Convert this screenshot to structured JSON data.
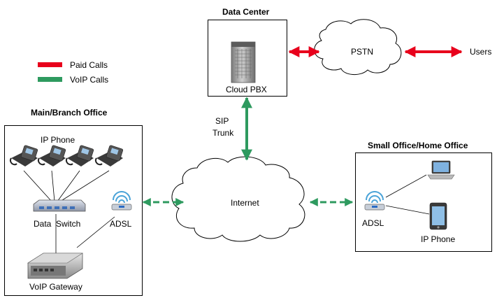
{
  "legend": {
    "paid_label": "Paid Calls",
    "voip_label": "VoIP Calls",
    "paid_color": "#e8001c",
    "voip_color": "#2e9a5f"
  },
  "data_center": {
    "title": "Data Center",
    "server_label": "Cloud PBX"
  },
  "pstn_label": "PSTN",
  "users_label": "Users",
  "sip_trunk": {
    "line1": "SIP",
    "line2": "Trunk"
  },
  "internet_label": "Internet",
  "main_office": {
    "title": "Main/Branch Office",
    "ip_phone_label": "IP Phone",
    "switch_label": "Data  Switch",
    "adsl_label": "ADSL",
    "gateway_label": "VoIP Gateway"
  },
  "small_office": {
    "title": "Small Office/Home Office",
    "adsl_label": "ADSL",
    "ip_phone_label": "IP Phone"
  },
  "colors": {
    "red_arrow": "#e8001c",
    "green_arrow": "#2e9a5f",
    "box_border": "#000000"
  },
  "icons": [
    "server-icon",
    "cloud-icon",
    "ip-phone-icon",
    "network-switch-icon",
    "wifi-router-icon",
    "voip-gateway-icon",
    "laptop-icon",
    "smartphone-icon"
  ]
}
